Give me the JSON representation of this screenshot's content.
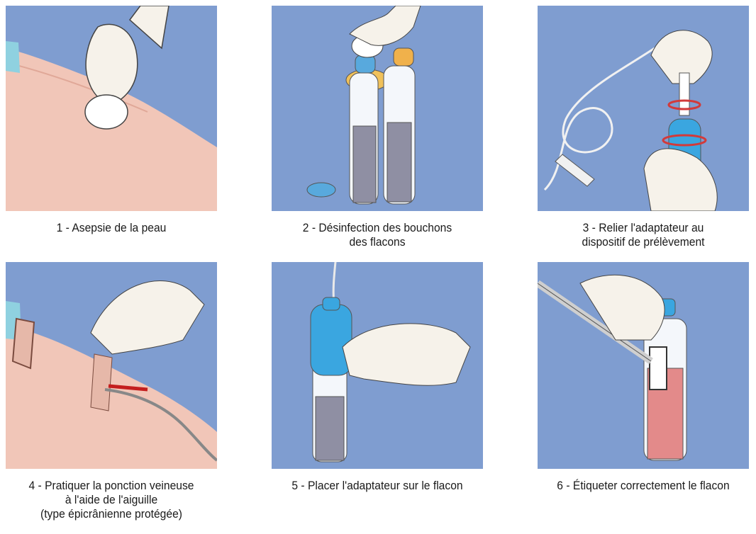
{
  "panel_background": "#7f9dd0",
  "captions": {
    "step1": "1 - Asepsie de la peau",
    "step2": "2 - Désinfection des bouchons\ndes flacons",
    "step3": "3 - Relier l'adaptateur au\ndispositif de prélèvement",
    "step4": "4 - Pratiquer la ponction veineuse\nà l'aide de l'aiguille\n(type épicrânienne protégée)",
    "step5": "5 - Placer l'adaptateur sur le flacon",
    "step6": "6 - Étiqueter correctement le flacon"
  },
  "icons": [
    "arm-swab",
    "two-culture-bottles",
    "tubing-adapter",
    "venipuncture",
    "adapter-on-bottle",
    "labelled-bottle"
  ]
}
